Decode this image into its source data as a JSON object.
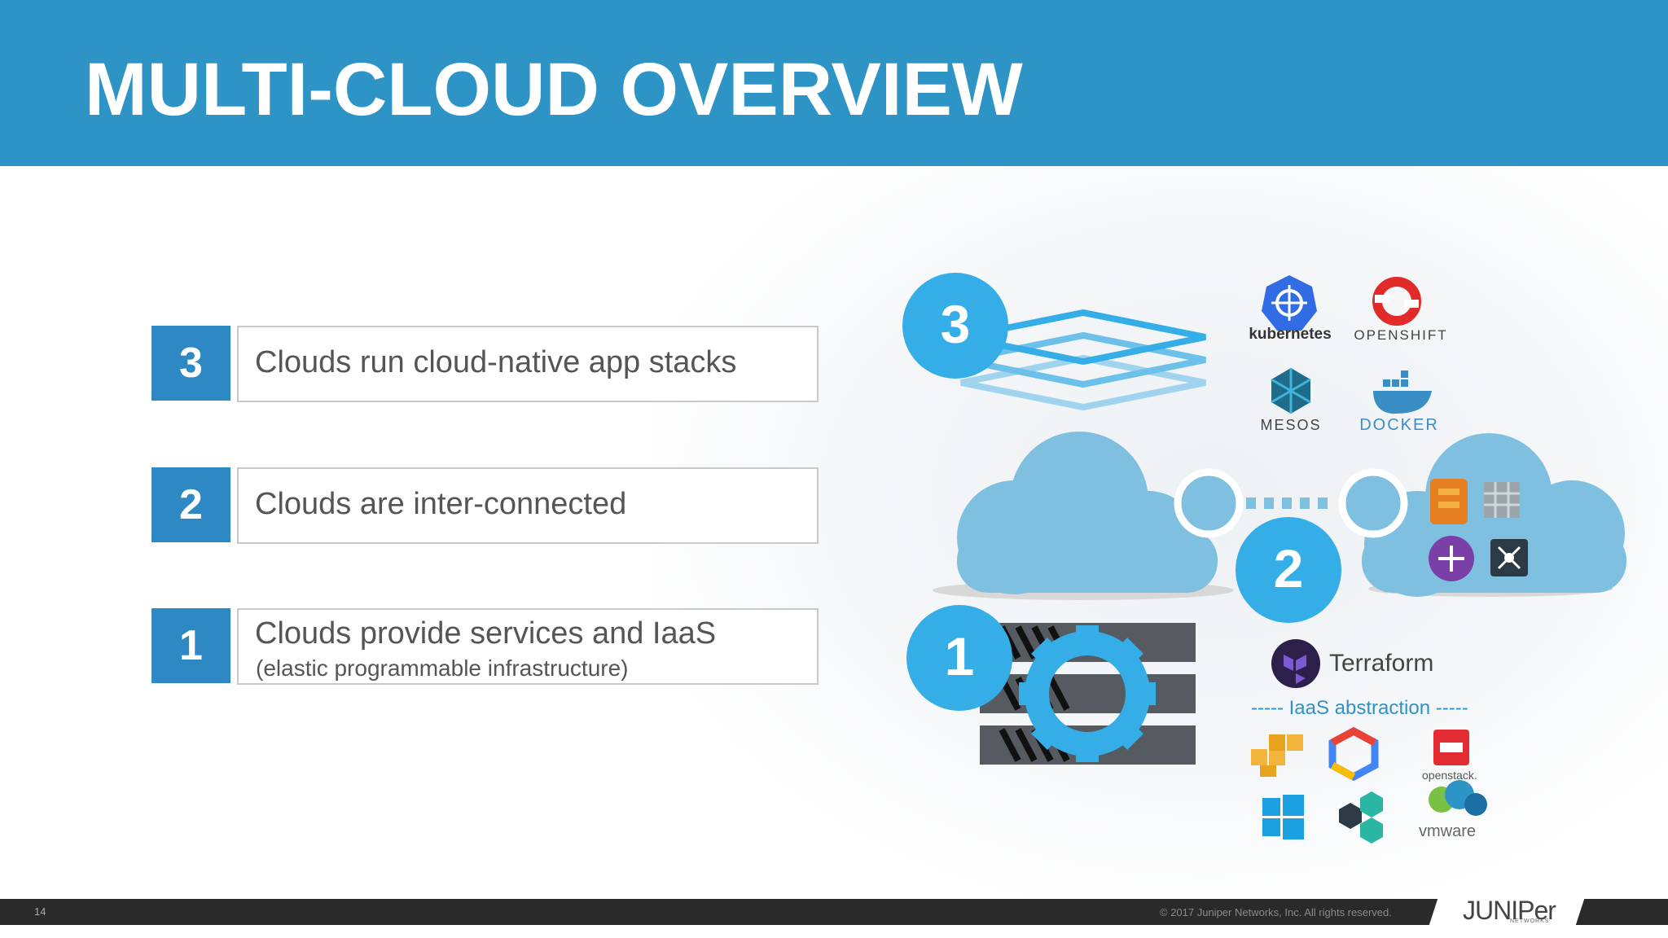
{
  "slide": {
    "title": "MULTI-CLOUD OVERVIEW",
    "page_number": "14",
    "copyright": "© 2017 Juniper Networks, Inc. All rights reserved.",
    "brand": "JUNIPer",
    "brand_sub": "NETWORKS"
  },
  "list": [
    {
      "num": "3",
      "text": "Clouds run cloud-native app stacks"
    },
    {
      "num": "2",
      "text": "Clouds are inter-connected"
    },
    {
      "num": "1",
      "text": "Clouds provide services and IaaS",
      "sub": "(elastic programmable infrastructure)"
    }
  ],
  "diagram": {
    "badges": [
      "3",
      "2",
      "1"
    ],
    "stack_logos": [
      "kubernetes",
      "OPENSHIFT",
      "MESOS",
      "DOCKER"
    ],
    "terraform": "Terraform",
    "iaas_abstraction": "----- IaaS abstraction -----",
    "openstack": "openstack.",
    "vmware": "vmware"
  },
  "colors": {
    "header": "#2e94c5",
    "number_box": "#2e88c3",
    "badge": "#35aee8",
    "cloud": "#7fbfe0",
    "footer": "#2a2a2a"
  }
}
